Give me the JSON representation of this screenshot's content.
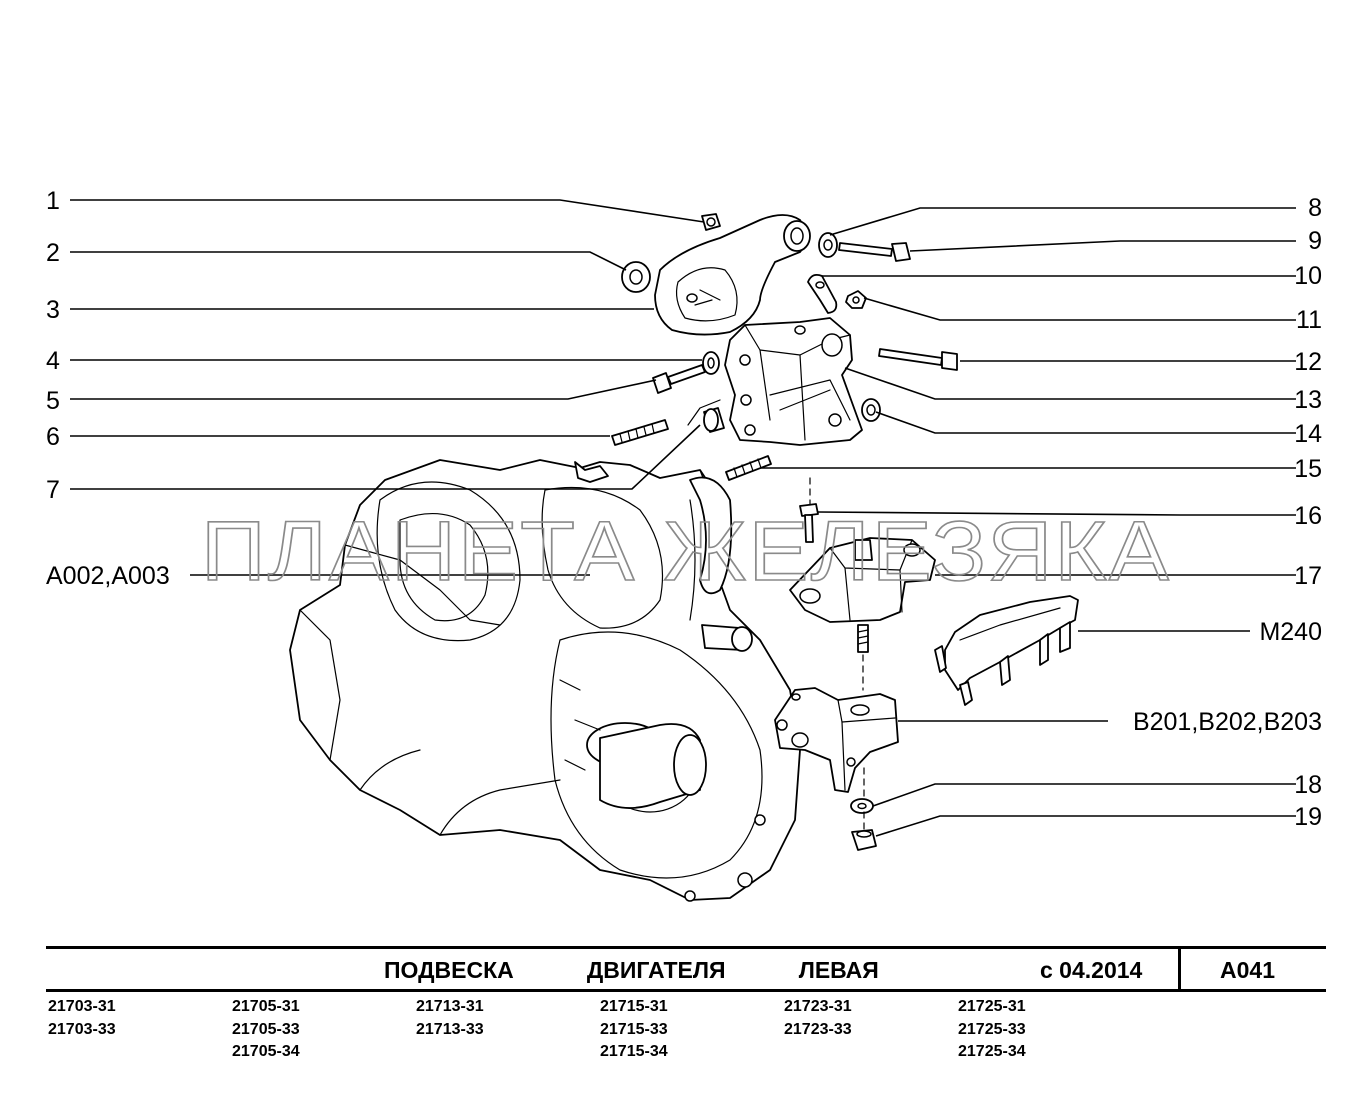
{
  "callouts": {
    "left": [
      "1",
      "2",
      "3",
      "4",
      "5",
      "6",
      "7",
      "A002,A003"
    ],
    "right": [
      "8",
      "9",
      "10",
      "11",
      "12",
      "13",
      "14",
      "15",
      "16",
      "17",
      "M240",
      "B201,B202,B203",
      "18",
      "19"
    ]
  },
  "watermark": "ПЛАНЕТА ЖЕЛЕЗЯКА",
  "title_block": {
    "title": "ПОДВЕСКА   ДВИГАТЕЛЯ   ЛЕВАЯ",
    "date": "с 04.2014",
    "code": "A041"
  },
  "models": [
    [
      "21703-31",
      "21703-33"
    ],
    [
      "21705-31",
      "21705-33",
      "21705-34"
    ],
    [
      "21713-31",
      "21713-33"
    ],
    [
      "21715-31",
      "21715-33",
      "21715-34"
    ],
    [
      "21723-31",
      "21723-33"
    ],
    [
      "21725-31",
      "21725-33",
      "21725-34"
    ]
  ]
}
